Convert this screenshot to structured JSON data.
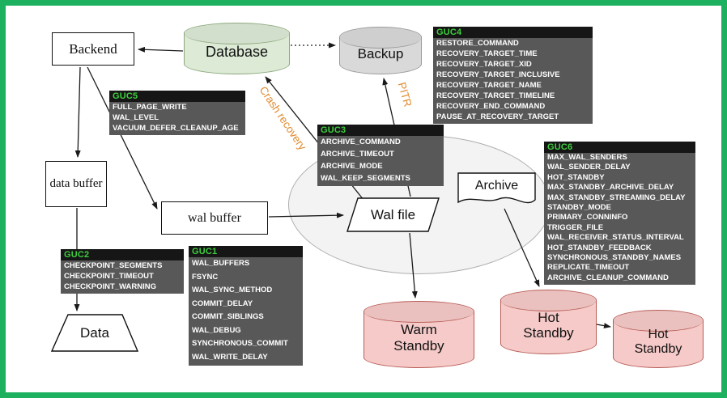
{
  "nodes": {
    "backend": {
      "label": "Backend"
    },
    "database": {
      "label": "Database"
    },
    "backup": {
      "label": "Backup"
    },
    "data_buffer": {
      "label": "data buffer"
    },
    "wal_buffer": {
      "label": "wal buffer"
    },
    "wal_file": {
      "label": "Wal file"
    },
    "archive": {
      "label": "Archive"
    },
    "data": {
      "label": "Data"
    },
    "warm_standby": {
      "label": "Warm Standby"
    },
    "hot_standby_1": {
      "label": "Hot Standby"
    },
    "hot_standby_2": {
      "label": "Hot Standby"
    }
  },
  "edge_labels": {
    "crash_recovery": "Crash recovery",
    "pitr": "PITR"
  },
  "panels": {
    "guc1": {
      "title": "GUC1",
      "items": [
        "WAL_BUFFERS",
        "FSYNC",
        "WAL_SYNC_METHOD",
        "COMMIT_DELAY",
        "COMMIT_SIBLINGS",
        "WAL_DEBUG",
        "SYNCHRONOUS_COMMIT",
        "WAL_WRITE_DELAY"
      ]
    },
    "guc2": {
      "title": "GUC2",
      "items": [
        "CHECKPOINT_SEGMENTS",
        "CHECKPOINT_TIMEOUT",
        "CHECKPOINT_WARNING"
      ]
    },
    "guc3": {
      "title": "GUC3",
      "items": [
        "ARCHIVE_COMMAND",
        "ARCHIVE_TIMEOUT",
        "ARCHIVE_MODE",
        "WAL_KEEP_SEGMENTS"
      ]
    },
    "guc4": {
      "title": "GUC4",
      "items": [
        "RESTORE_COMMAND",
        "RECOVERY_TARGET_TIME",
        "RECOVERY_TARGET_XID",
        "RECOVERY_TARGET_INCLUSIVE",
        "RECOVERY_TARGET_NAME",
        "RECOVERY_TARGET_TIMELINE",
        "RECOVERY_END_COMMAND",
        "PAUSE_AT_RECOVERY_TARGET"
      ]
    },
    "guc5": {
      "title": "GUC5",
      "items": [
        "FULL_PAGE_WRITE",
        "WAL_LEVEL",
        "VACUUM_DEFER_CLEANUP_AGE"
      ]
    },
    "guc6": {
      "title": "GUC6",
      "items": [
        "MAX_WAL_SENDERS",
        "WAL_SENDER_DELAY",
        "HOT_STANDBY",
        "MAX_STANDBY_ARCHIVE_DELAY",
        "MAX_STANDBY_STREAMING_DELAY",
        "STANDBY_MODE",
        "PRIMARY_CONNINFO",
        "TRIGGER_FILE",
        "WAL_RECEIVER_STATUS_INTERVAL",
        "HOT_STANDBY_FEEDBACK",
        "SYNCHRONOUS_STANDBY_NAMES",
        "REPLICATE_TIMEOUT",
        "ARCHIVE_CLEANUP_COMMAND"
      ]
    }
  },
  "colors": {
    "frame_green": "#1db15f",
    "database_fill": "#dcead6",
    "database_border": "#8ca87e",
    "backup_fill": "#d9d9d9",
    "backup_border": "#9a9a9a",
    "standby_fill": "#f5cac8",
    "standby_border": "#b75d57",
    "panel_bg": "#585858",
    "panel_title_bg": "#161616",
    "panel_title_color": "#3ece3e",
    "edge_label_color": "#e08a2e"
  }
}
